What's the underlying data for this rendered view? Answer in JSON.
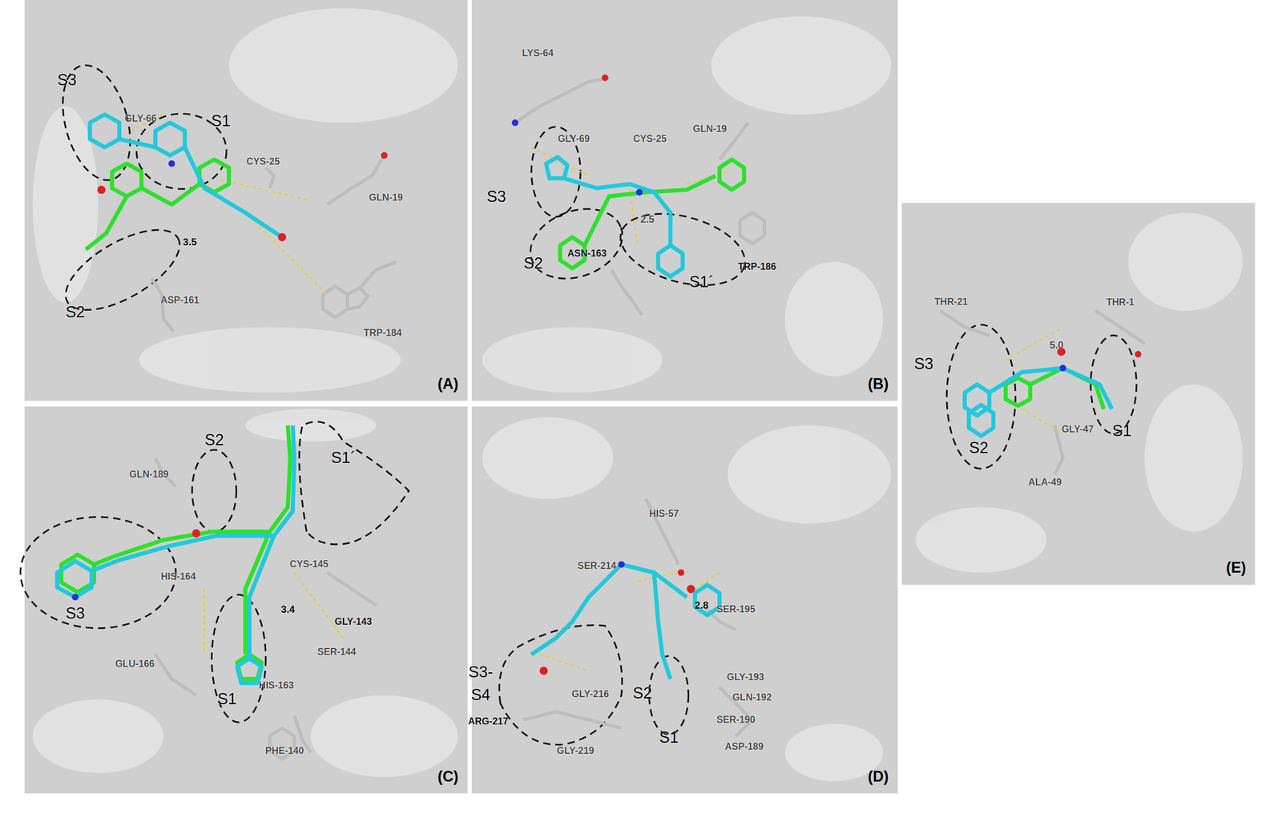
{
  "diagram": {
    "nodes": [
      {
        "text": [
          "(A)"
        ]
      },
      {
        "text": [
          "(B)"
        ]
      },
      {
        "text": [
          "(C)"
        ]
      },
      {
        "text": [
          "(D)"
        ]
      },
      {
        "text": [
          "(E)"
        ]
      }
    ],
    "labels": [
      "S3",
      "GLY-66",
      "S1",
      "CYS-25",
      "GLN-19",
      "3.5",
      "ASP-161",
      "S2",
      "TRP-184",
      "LYS-64",
      "GLY-69",
      "CYS-25",
      "GLN-19",
      "S3",
      "2.5",
      "S2",
      "ASN-163",
      "TRP-186",
      "S1´",
      "GLN-189",
      "S2",
      "S1´",
      "CYS-145",
      "S3",
      "HIS-164",
      "3.4",
      "GLY-143",
      "SER-144",
      "GLU-166",
      "HIS-163",
      "S1",
      "PHE-140",
      "HIS-57",
      "SER-214",
      "2.8",
      "SER-195",
      "GLY-193",
      "S3-",
      "S4",
      "GLY-216",
      "S2",
      "GLN-192",
      "ARG-217",
      "SER-190",
      "S1",
      "GLY-219",
      "ASP-189",
      "THR-21",
      "THR-1",
      "5.0",
      "S3",
      "GLY-47",
      "S1",
      "S2",
      "ALA-49"
    ]
  }
}
